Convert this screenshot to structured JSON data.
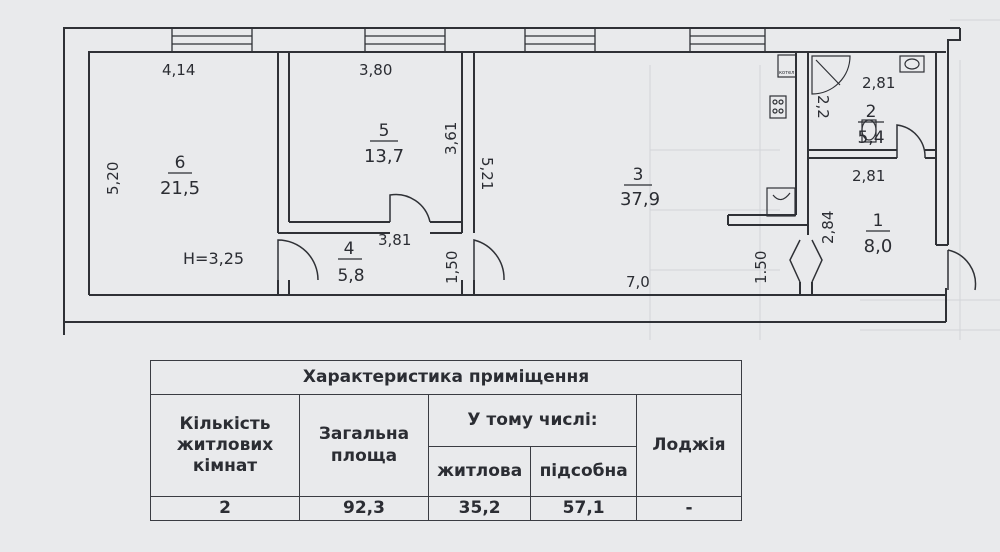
{
  "rooms": [
    {
      "id": "6",
      "area": "21,5"
    },
    {
      "id": "5",
      "area": "13,7"
    },
    {
      "id": "4",
      "area": "5,8"
    },
    {
      "id": "3",
      "area": "37,9"
    },
    {
      "id": "2",
      "area": "5,4"
    },
    {
      "id": "1",
      "area": "8,0"
    }
  ],
  "dimensions": {
    "room6_width": "4,14",
    "room6_length": "5,20",
    "room5_width": "3,80",
    "room5_length": "3,61",
    "room3_length": "5,21",
    "room4_width": "3,81",
    "room4_length": "1,50",
    "corridor_length": "7,0",
    "room3_door_width": "1.50",
    "room2_width_top": "2,81",
    "room2_length": "2,2",
    "room1_width": "2,81",
    "room1_length": "2,84"
  },
  "ceiling_height": "H=3,25",
  "boiler_label": "котел",
  "table": {
    "title": "Характеристика приміщення",
    "col_rooms": "Кількість житлових кімнат",
    "col_total": "Загальна площа",
    "col_including": "У тому числі:",
    "col_living": "житлова",
    "col_auxiliary": "підсобна",
    "col_loggia": "Лоджія",
    "values": {
      "rooms": "2",
      "total": "92,3",
      "living": "35,2",
      "auxiliary": "57,1",
      "loggia": "-"
    }
  },
  "colors": {
    "background": "#e9eaec",
    "ink": "#2b2d33"
  }
}
